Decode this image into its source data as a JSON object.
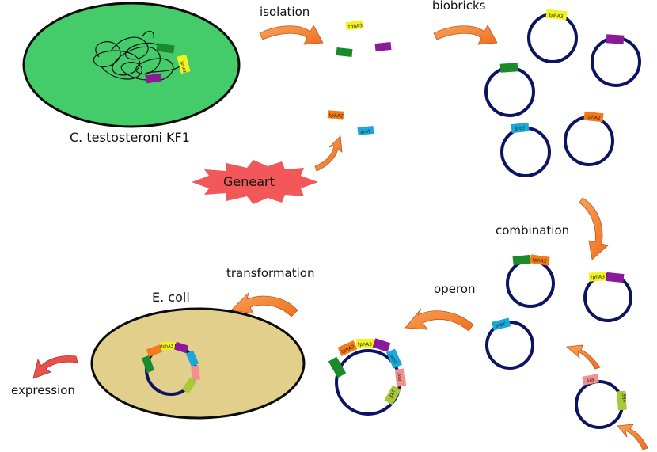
{
  "labels": {
    "isolation": "isolation",
    "biobricks": "biobricks",
    "source_organism": "C. testosteroni KF1",
    "geneart": "Geneart",
    "combination": "combination",
    "operon": "operon",
    "transformation": "transformation",
    "host": "E. coli",
    "expression": "expression"
  },
  "gene_tags": {
    "tphA3": "tphA3",
    "tphA2": "tphA2",
    "aroY": "aroY",
    "ara": "Ara",
    "ykE": "ykE"
  },
  "colors": {
    "cell_fill": "#44cc6a",
    "host_fill": "#e3cf8c",
    "plasmid": "#0c1461",
    "arrow": "#f5883a",
    "expression_arrow": "#e8504a",
    "geneart_burst": "#f2575a",
    "tphA3": "#f2f21e",
    "tphA2": "#f57a1a",
    "purple": "#8a1a9a",
    "green": "#1a8a2a",
    "cyan": "#1aa8d8",
    "pink": "#f29090",
    "olive": "#a8c83a"
  }
}
